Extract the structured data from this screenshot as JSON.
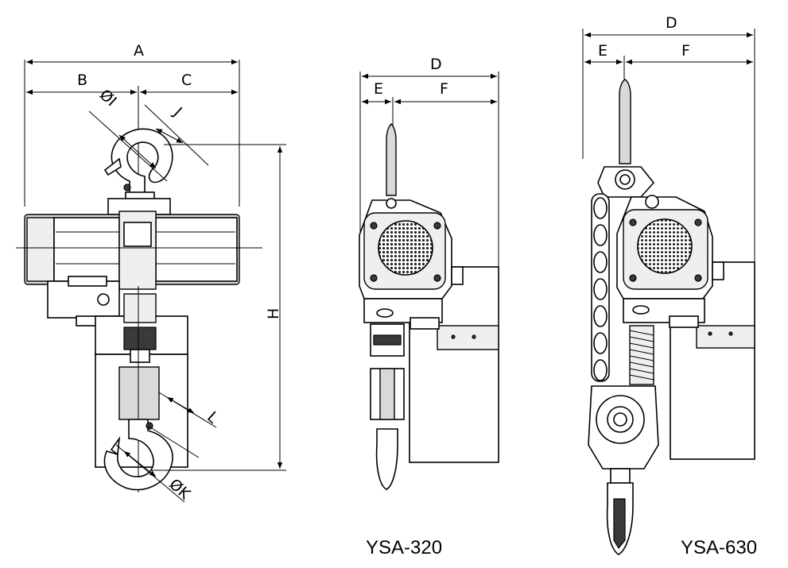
{
  "dimensions": {
    "front": {
      "A": "A",
      "B": "B",
      "C": "C",
      "I": "ØI",
      "J": "J",
      "H": "H",
      "L": "L",
      "K": "ØK"
    },
    "ysa320": {
      "D": "D",
      "E": "E",
      "F": "F"
    },
    "ysa630": {
      "D": "D",
      "E": "E",
      "F": "F"
    }
  },
  "models": {
    "ysa320": "YSA-320",
    "ysa630": "YSA-630"
  },
  "colors": {
    "line": "#000000",
    "body_fill": "#d9d9d9",
    "dark_fill": "#3a3a3a",
    "background": "#ffffff"
  }
}
